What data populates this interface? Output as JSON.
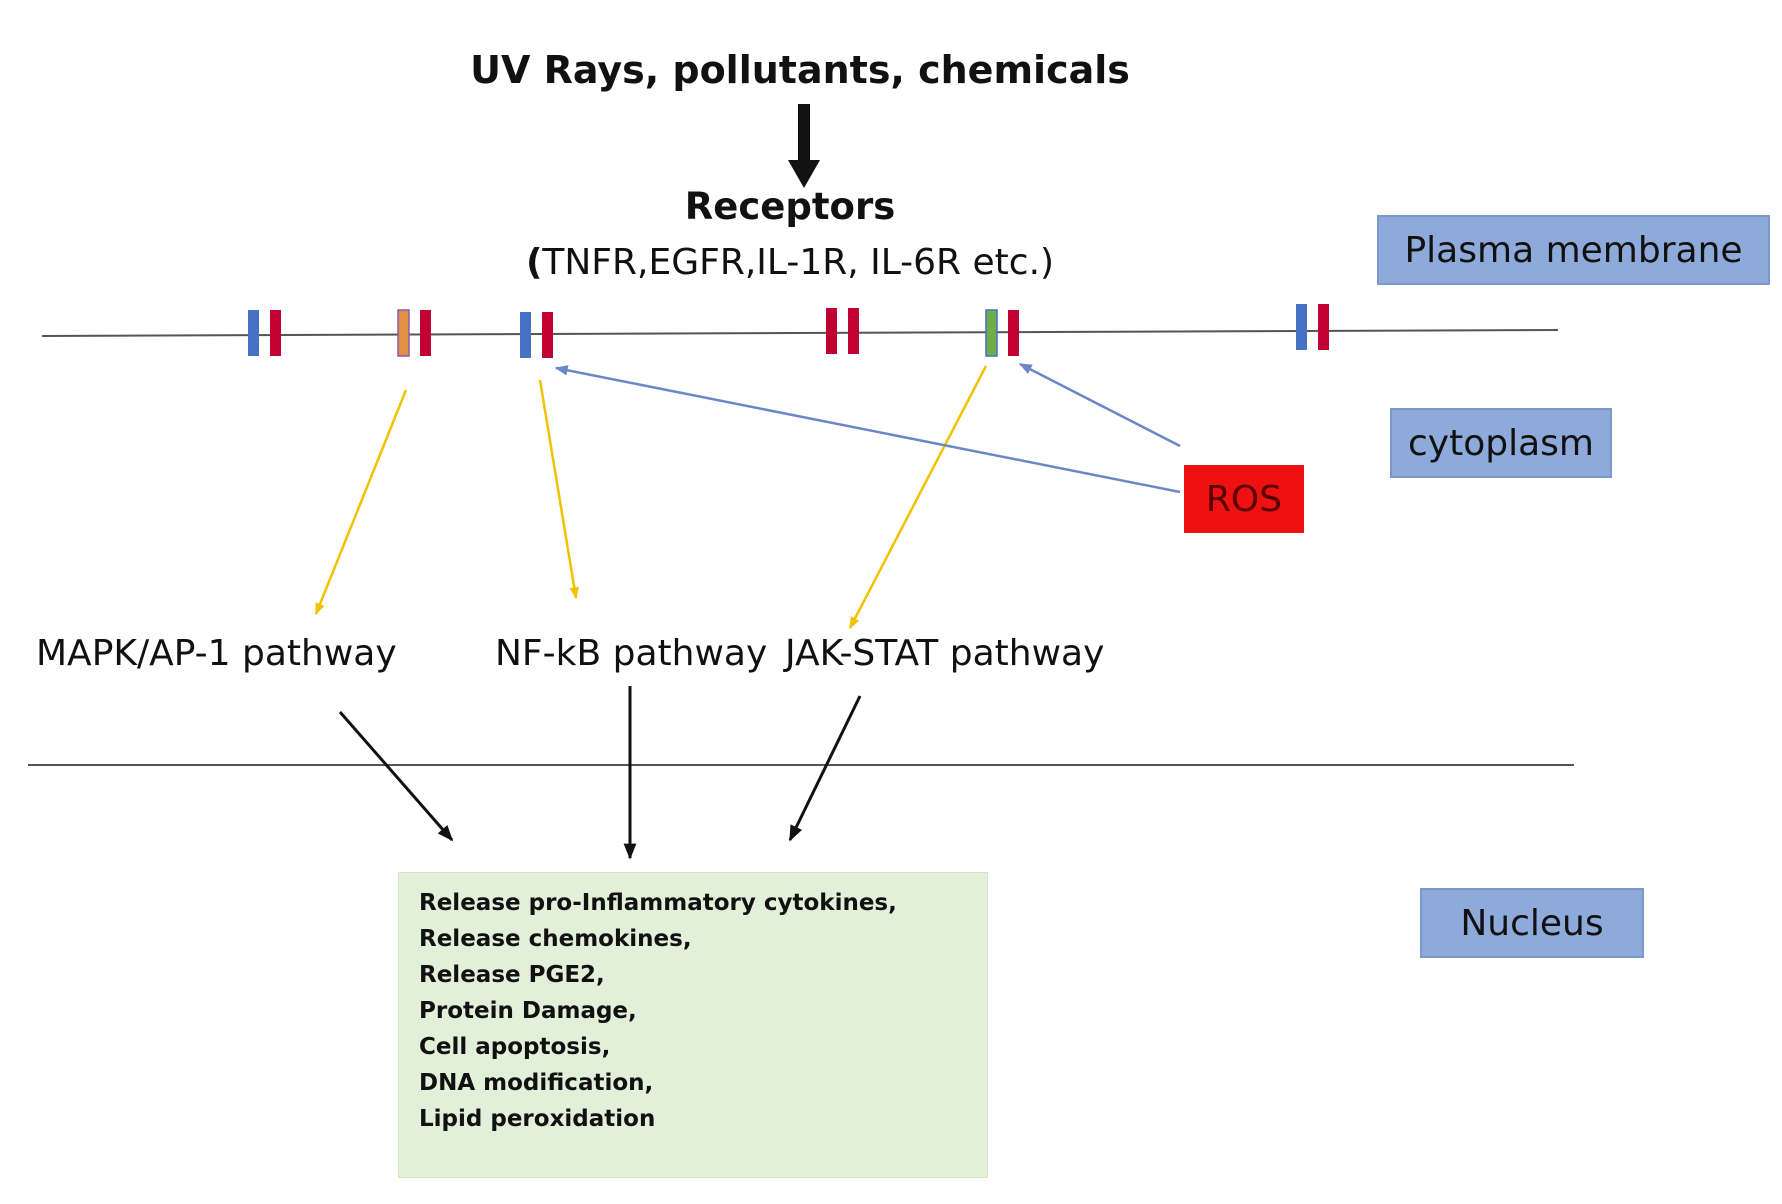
{
  "stimulus": "UV Rays, pollutants, chemicals",
  "receptors": {
    "title": "Receptors",
    "open_paren": "(",
    "list": "TNFR,EGFR,IL-1R, IL-6R etc.)"
  },
  "regions": {
    "plasma_membrane": "Plasma membrane",
    "cytoplasm": "cytoplasm",
    "nucleus": "Nucleus"
  },
  "ros": "ROS",
  "pathways": [
    "MAPK/AP-1 pathway",
    "NF-kB pathway",
    "JAK-STAT pathway"
  ],
  "effects": [
    "Release pro-Inflammatory cytokines,",
    "Release chemokines,",
    "Release PGE2,",
    "Protein Damage,",
    "Cell apoptosis,",
    "DNA modification,",
    "Lipid peroxidation"
  ],
  "colors": {
    "membrane_line": "#555555",
    "receptor_blue": "#4472c4",
    "receptor_red": "#c00030",
    "receptor_orange": "#e09040",
    "receptor_green": "#70ad47",
    "pathway_arrow": "#f2c200",
    "ros_arrow": "#6b87c8",
    "flow_arrow": "#111111",
    "ros_box": "#ee1111",
    "region_label_bg": "#8eaadb",
    "effects_box_bg": "#e2efd9"
  }
}
